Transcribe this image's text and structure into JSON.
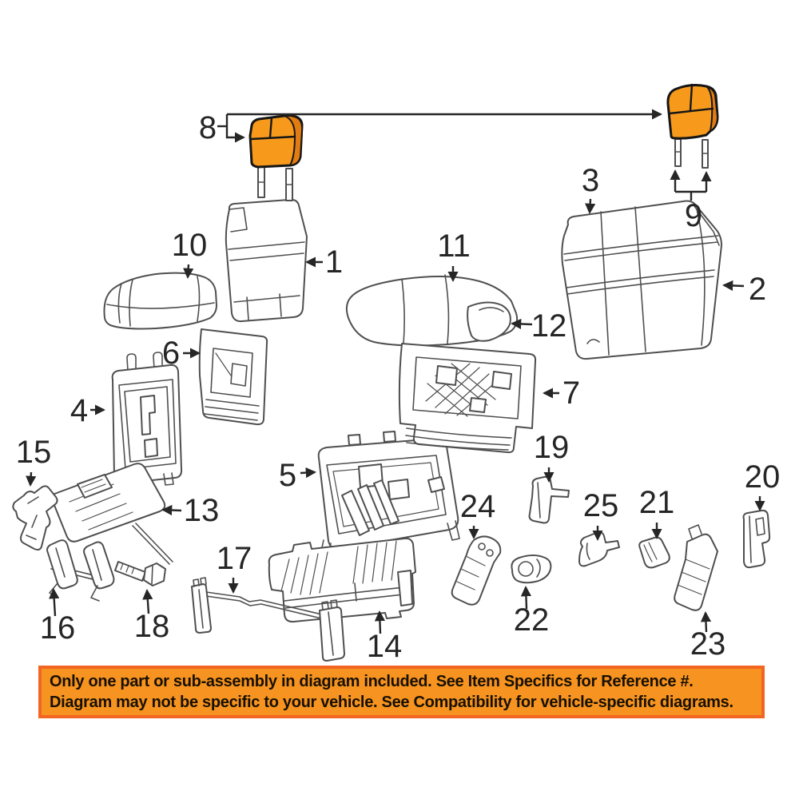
{
  "diagram": {
    "description": "Exploded rear seat assembly parts diagram with numbered callouts",
    "highlighted_callouts": [
      "8",
      "9"
    ],
    "callouts": [
      {
        "num": "1"
      },
      {
        "num": "2"
      },
      {
        "num": "3"
      },
      {
        "num": "4"
      },
      {
        "num": "5"
      },
      {
        "num": "6"
      },
      {
        "num": "7"
      },
      {
        "num": "8"
      },
      {
        "num": "9"
      },
      {
        "num": "10"
      },
      {
        "num": "11"
      },
      {
        "num": "12"
      },
      {
        "num": "13"
      },
      {
        "num": "14"
      },
      {
        "num": "15"
      },
      {
        "num": "16"
      },
      {
        "num": "17"
      },
      {
        "num": "18"
      },
      {
        "num": "19"
      },
      {
        "num": "20"
      },
      {
        "num": "21"
      },
      {
        "num": "22"
      },
      {
        "num": "23"
      },
      {
        "num": "24"
      },
      {
        "num": "25"
      }
    ]
  },
  "banner": {
    "line1": "Only one part or sub-assembly in diagram included. See Item Specifics for Reference #.",
    "line2": "Diagram may not be specific to your vehicle. See Compatibility for vehicle-specific diagrams."
  },
  "colors": {
    "highlight_orange": "#F79A1C",
    "highlight_orange_dark": "#E07C12",
    "banner_bg": "#F79320",
    "banner_border": "#F26522",
    "banner_text": "#171000",
    "line_gray": "#4f4f4f",
    "label_color": "#262626"
  }
}
